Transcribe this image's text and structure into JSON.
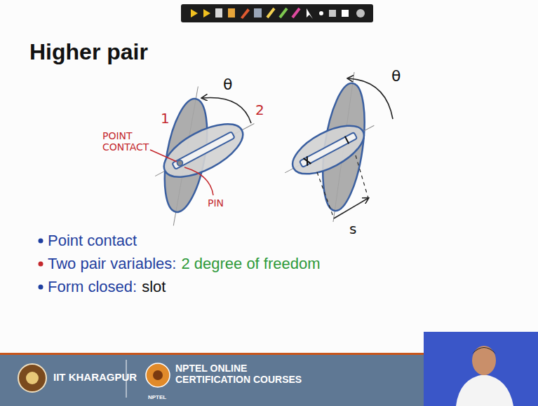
{
  "diagram": {
    "title": "Higher pair",
    "labels": [
      "1",
      "2",
      "θ",
      "POINT CONTACT",
      "PIN",
      "θ",
      "s",
      "Point contact",
      "Two pair variables:",
      "2 degree of freedom",
      "Form closed:",
      "slot",
      "IIT KHARAGPUR",
      "NPTEL ONLINE CERTIFICATION COURSES",
      "NPTEL"
    ]
  }
}
